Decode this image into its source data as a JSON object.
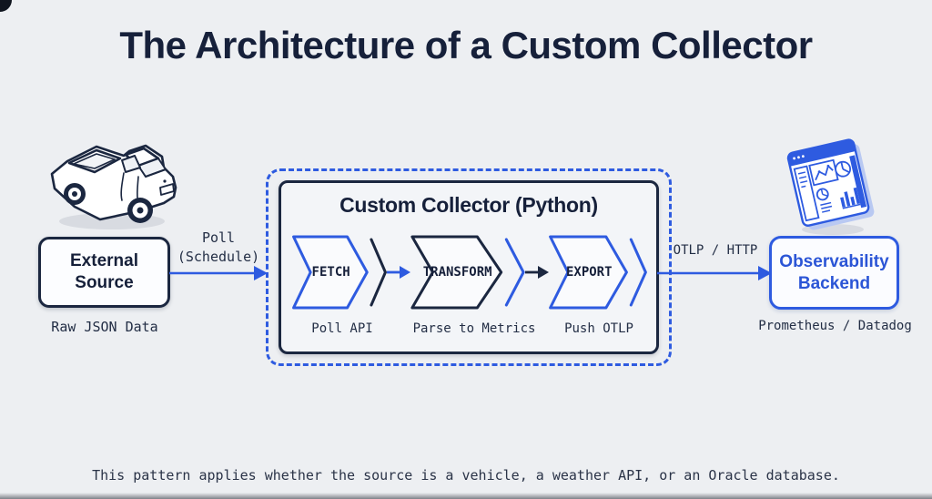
{
  "page": {
    "title": "The Architecture of a Custom Collector",
    "caption": "This pattern applies whether the source is a vehicle, a weather API, or an Oracle database."
  },
  "colors": {
    "navy": "#1b2740",
    "blue": "#2e5be0",
    "background": "#edeff2"
  },
  "source": {
    "icon": "pickup-truck-icon",
    "label_line1": "External",
    "label_line2": "Source",
    "sublabel": "Raw JSON Data"
  },
  "poll_arrow": {
    "label_line1": "Poll",
    "label_line2": "(Schedule)"
  },
  "collector": {
    "title": "Custom Collector (Python)",
    "stages": [
      {
        "name": "FETCH",
        "sublabel": "Poll API",
        "chevron_color": "blue",
        "stripe_color": "navy"
      },
      {
        "name": "TRANSFORM",
        "sublabel": "Parse to Metrics",
        "chevron_color": "navy",
        "stripe_color": "blue"
      },
      {
        "name": "EXPORT",
        "sublabel": "Push OTLP",
        "chevron_color": "blue",
        "stripe_color": "blue"
      }
    ]
  },
  "otlp_arrow": {
    "label": "OTLP / HTTP"
  },
  "backend": {
    "icon": "dashboard-icon",
    "label_line1": "Observability",
    "label_line2": "Backend",
    "sublabel": "Prometheus / Datadog"
  }
}
